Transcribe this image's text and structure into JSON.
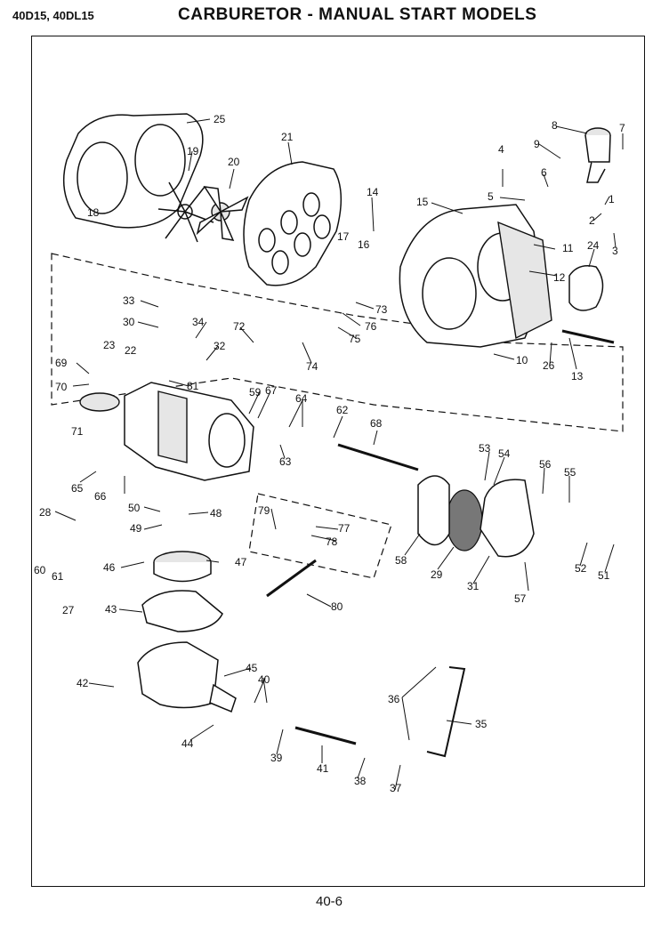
{
  "header": {
    "model_numbers": "40D15, 40DL15",
    "title": "CARBURETOR - MANUAL START MODELS"
  },
  "footer": {
    "page_number": "40-6"
  },
  "callouts": [
    {
      "n": "1"
    },
    {
      "n": "2"
    },
    {
      "n": "3"
    },
    {
      "n": "4"
    },
    {
      "n": "5"
    },
    {
      "n": "6"
    },
    {
      "n": "7"
    },
    {
      "n": "8"
    },
    {
      "n": "9"
    },
    {
      "n": "10"
    },
    {
      "n": "11"
    },
    {
      "n": "12"
    },
    {
      "n": "13"
    },
    {
      "n": "14"
    },
    {
      "n": "15"
    },
    {
      "n": "16"
    },
    {
      "n": "17"
    },
    {
      "n": "18"
    },
    {
      "n": "19"
    },
    {
      "n": "20"
    },
    {
      "n": "21"
    },
    {
      "n": "22"
    },
    {
      "n": "23"
    },
    {
      "n": "24"
    },
    {
      "n": "25"
    },
    {
      "n": "26"
    },
    {
      "n": "27"
    },
    {
      "n": "28"
    },
    {
      "n": "29"
    },
    {
      "n": "30"
    },
    {
      "n": "31"
    },
    {
      "n": "32"
    },
    {
      "n": "33"
    },
    {
      "n": "34"
    },
    {
      "n": "35"
    },
    {
      "n": "36"
    },
    {
      "n": "37"
    },
    {
      "n": "38"
    },
    {
      "n": "39"
    },
    {
      "n": "40"
    },
    {
      "n": "41"
    },
    {
      "n": "42"
    },
    {
      "n": "43"
    },
    {
      "n": "44"
    },
    {
      "n": "45"
    },
    {
      "n": "46"
    },
    {
      "n": "47"
    },
    {
      "n": "48"
    },
    {
      "n": "49"
    },
    {
      "n": "50"
    },
    {
      "n": "51"
    },
    {
      "n": "52"
    },
    {
      "n": "53"
    },
    {
      "n": "54"
    },
    {
      "n": "55"
    },
    {
      "n": "56"
    },
    {
      "n": "57"
    },
    {
      "n": "58"
    },
    {
      "n": "59"
    },
    {
      "n": "60"
    },
    {
      "n": "61"
    },
    {
      "n": "62"
    },
    {
      "n": "63"
    },
    {
      "n": "64"
    },
    {
      "n": "65"
    },
    {
      "n": "66"
    },
    {
      "n": "67"
    },
    {
      "n": "68"
    },
    {
      "n": "69"
    },
    {
      "n": "70"
    },
    {
      "n": "71"
    },
    {
      "n": "72"
    },
    {
      "n": "73"
    },
    {
      "n": "74"
    },
    {
      "n": "75"
    },
    {
      "n": "76"
    },
    {
      "n": "77"
    },
    {
      "n": "78"
    },
    {
      "n": "79"
    },
    {
      "n": "80"
    },
    {
      "n": "81"
    }
  ]
}
